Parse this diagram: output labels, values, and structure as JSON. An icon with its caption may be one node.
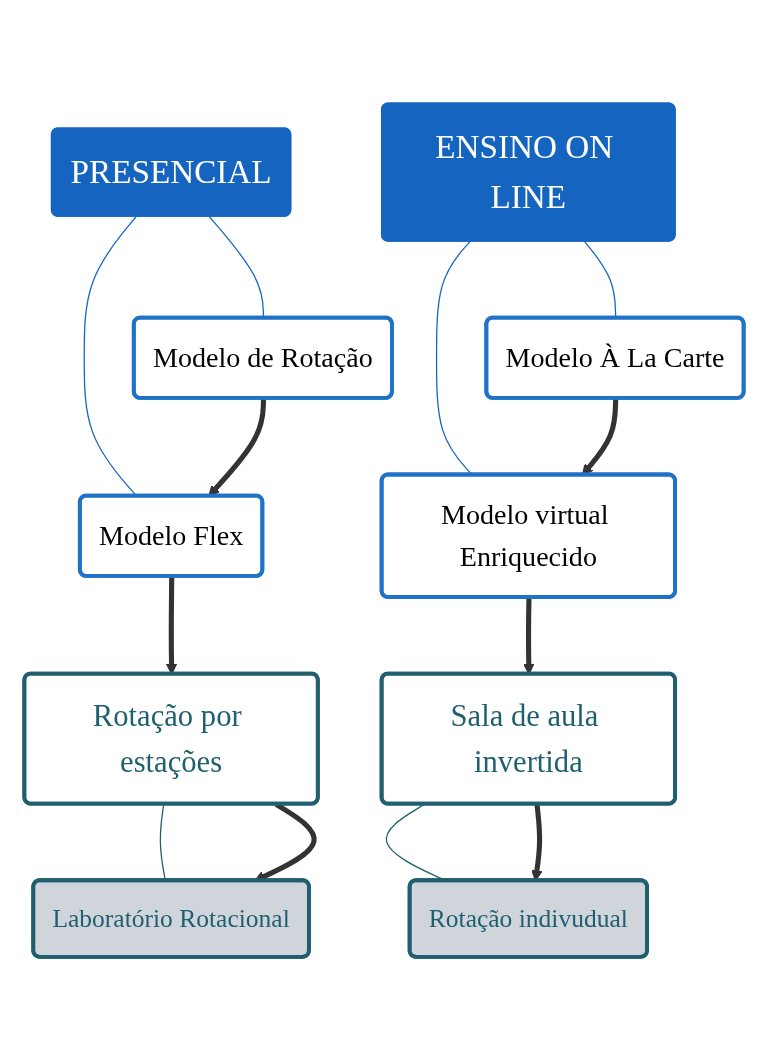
{
  "diagram": {
    "nodes": [
      {
        "text": [
          "PRESENCIAL"
        ]
      },
      {
        "text": [
          "Modelo de Rotação"
        ]
      },
      {
        "text": [
          "Modelo Flex"
        ]
      },
      {
        "text": [
          "Rotação por estações"
        ]
      },
      {
        "text": [
          "Laboratório Rotacional"
        ]
      },
      {
        "text": [
          "ENSINO ON LINE"
        ]
      },
      {
        "text": [
          "Modelo À La Carte"
        ]
      },
      {
        "text": [
          "Modelo virtual Enriquecido"
        ]
      },
      {
        "text": [
          "Sala de aula invertida"
        ]
      },
      {
        "text": [
          "Rotação indivudual"
        ]
      }
    ],
    "edges": [
      {
        "from": 0,
        "to": 1,
        "arrow": "none",
        "color": "#1565c0"
      },
      {
        "from": 0,
        "to": 2,
        "arrow": "none",
        "color": "#1565c0"
      },
      {
        "from": 1,
        "to": 2,
        "arrow": "to",
        "style": "thick"
      },
      {
        "from": 2,
        "to": 3,
        "arrow": "to",
        "style": "thick"
      },
      {
        "from": 3,
        "to": 4,
        "arrow": "none",
        "color": "#1f5f6f"
      },
      {
        "from": 3,
        "to": 4,
        "arrow": "to",
        "style": "thick"
      },
      {
        "from": 5,
        "to": 6,
        "arrow": "none",
        "color": "#1565c0"
      },
      {
        "from": 5,
        "to": 7,
        "arrow": "none",
        "color": "#1565c0"
      },
      {
        "from": 6,
        "to": 7,
        "arrow": "to",
        "style": "thick"
      },
      {
        "from": 7,
        "to": 8,
        "arrow": "to",
        "style": "thick"
      },
      {
        "from": 8,
        "to": 9,
        "arrow": "none",
        "color": "#1f5f6f"
      },
      {
        "from": 8,
        "to": 9,
        "arrow": "to",
        "style": "thick"
      }
    ]
  }
}
